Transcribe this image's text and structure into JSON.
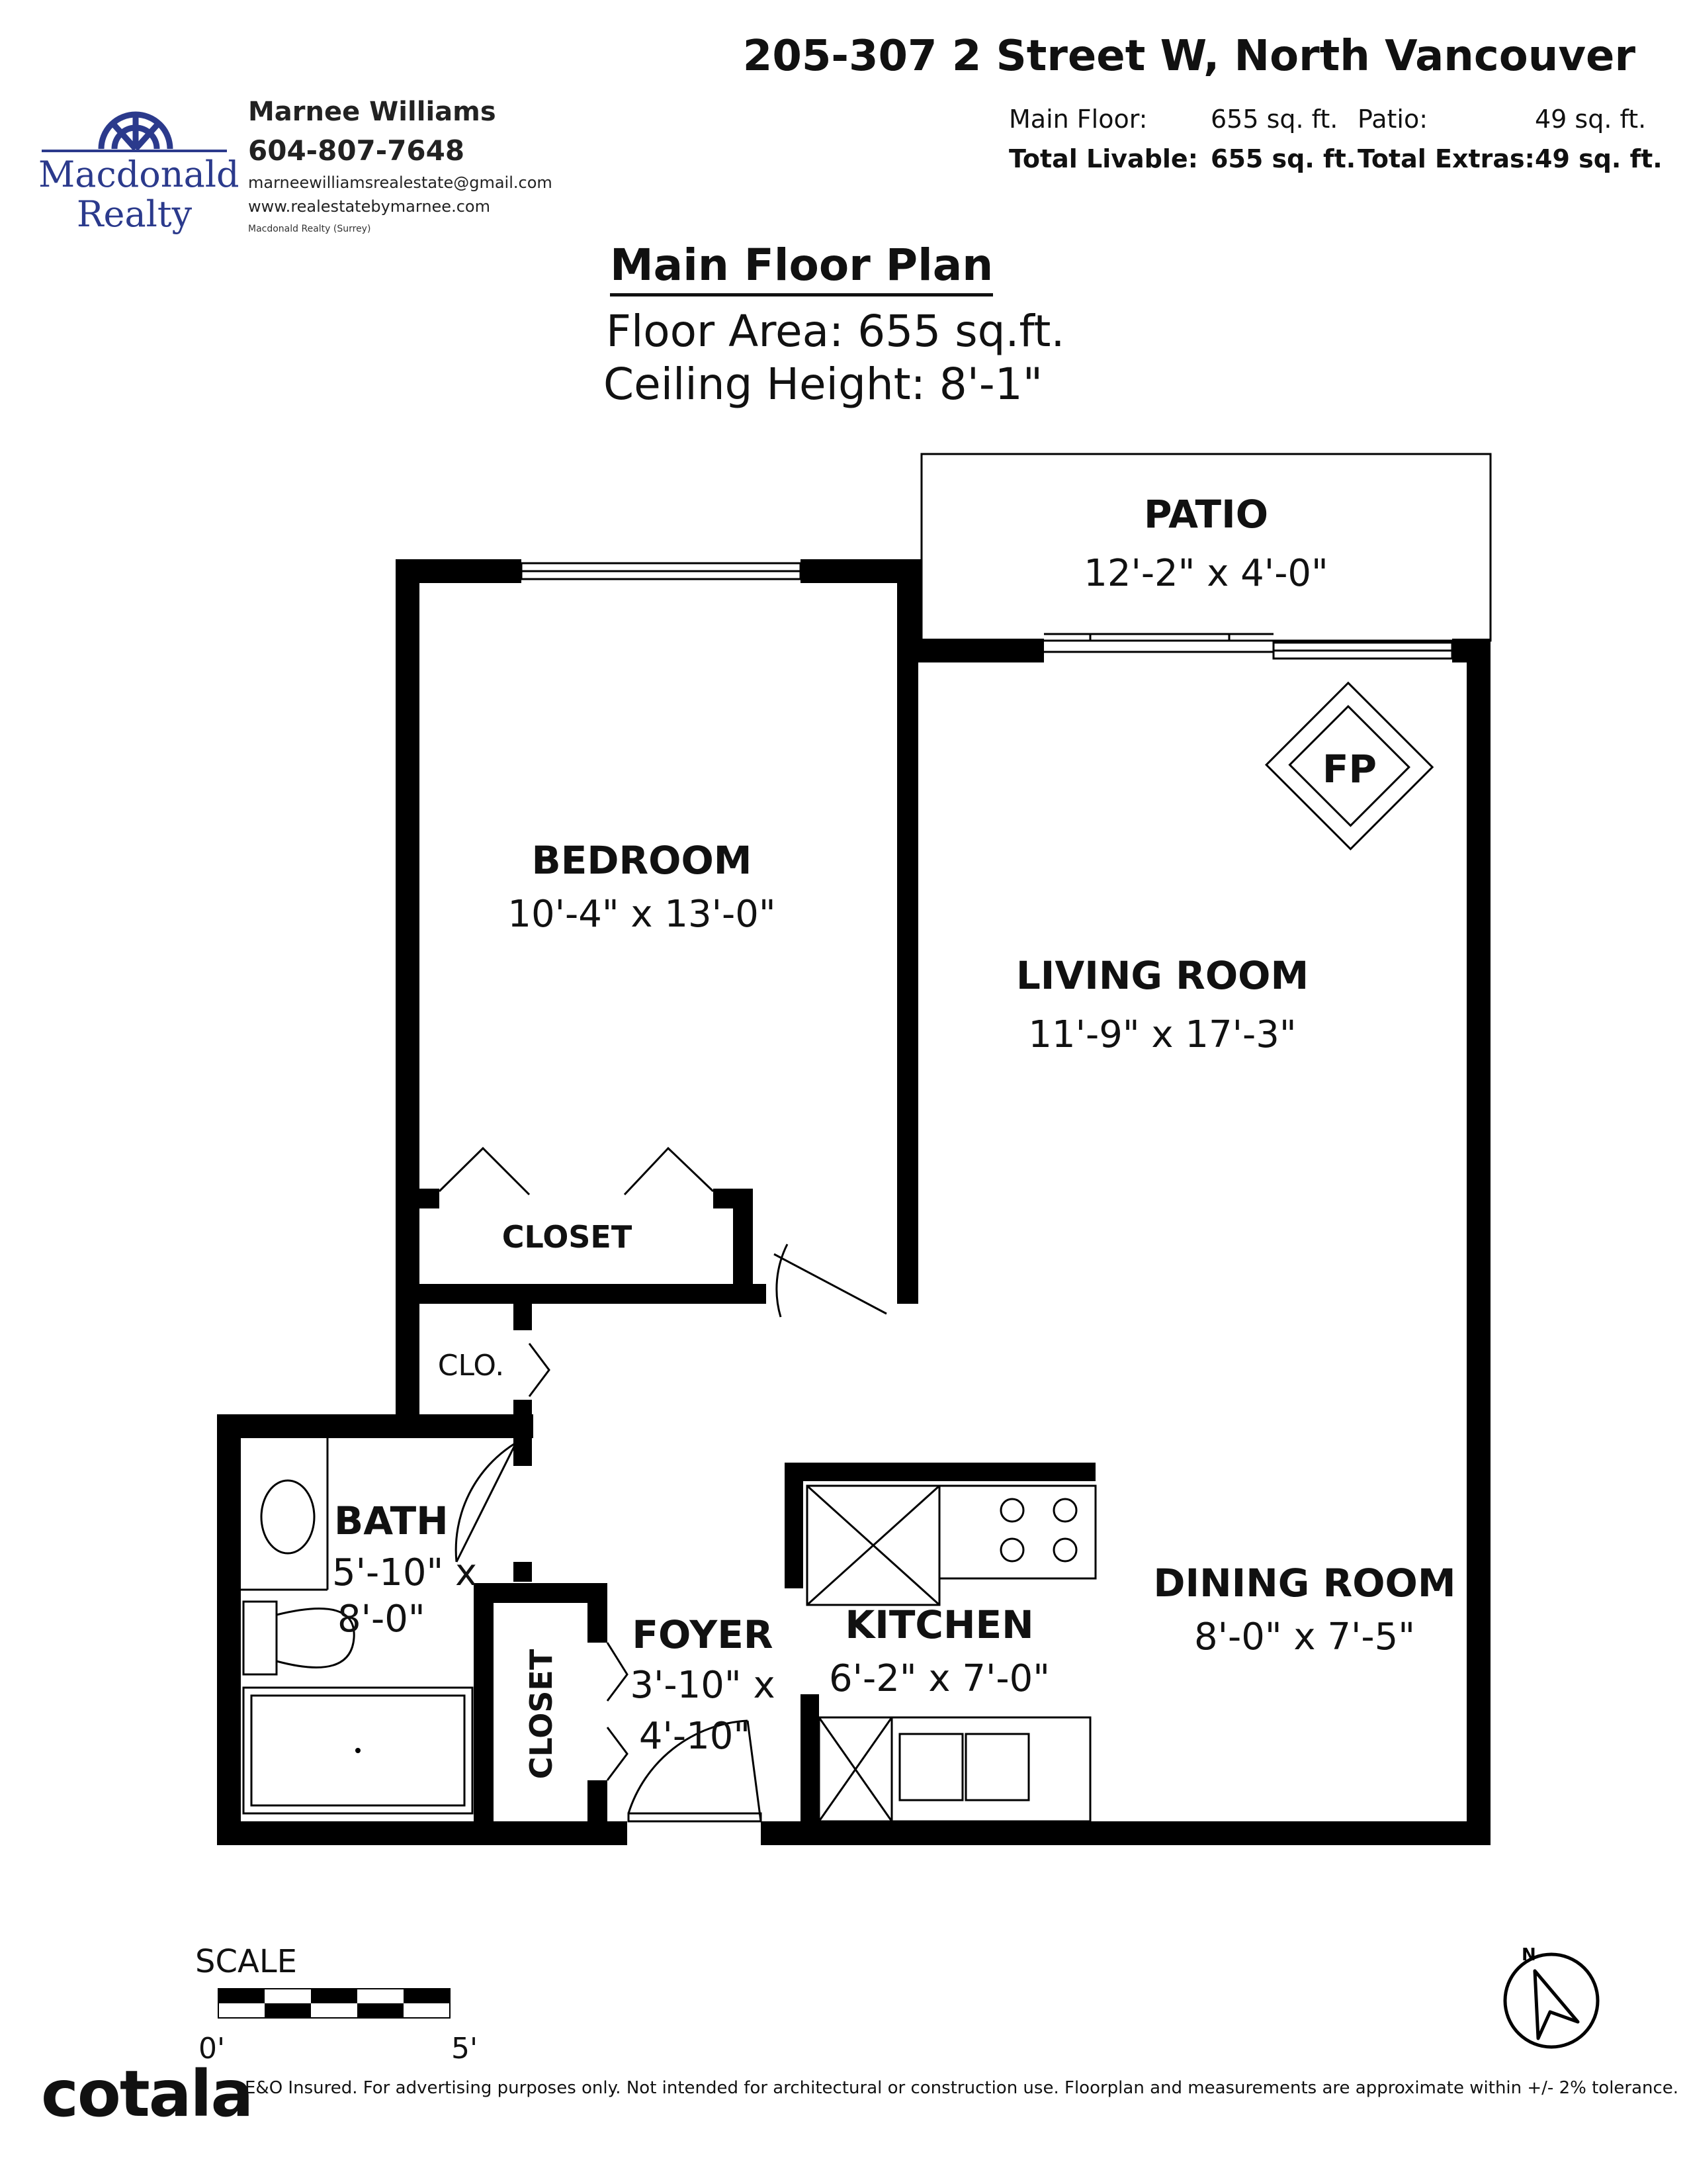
{
  "agent": {
    "name": "Marnee Williams",
    "phone": "604-807-7648",
    "email": "marneewilliamsrealestate@gmail.com",
    "website": "www.realestatebymarnee.com",
    "brokerage": "Macdonald Realty (Surrey)"
  },
  "logo": {
    "line1": "Macdonald",
    "line2": "Realty",
    "color": "#2b3a8c"
  },
  "address": "205-307 2 Street W, North Vancouver",
  "summary": {
    "main_floor_label": "Main Floor:",
    "main_floor_value": "655 sq. ft.",
    "patio_label": "Patio:",
    "patio_value": "49 sq. ft.",
    "total_livable_label": "Total Livable:",
    "total_livable_value": "655 sq. ft.",
    "total_extras_label": "Total Extras:",
    "total_extras_value": "49 sq. ft."
  },
  "plan": {
    "title": "Main Floor Plan",
    "floor_area": "Floor Area: 655 sq.ft.",
    "ceiling_height": "Ceiling Height: 8'-1\""
  },
  "rooms": {
    "patio": {
      "name": "PATIO",
      "dims": "12'-2\" x 4'-0\""
    },
    "fp": {
      "name": "FP"
    },
    "bedroom": {
      "name": "BEDROOM",
      "dims": "10'-4\" x 13'-0\""
    },
    "living": {
      "name": "LIVING ROOM",
      "dims": "11'-9\" x 17'-3\""
    },
    "closet_bed": {
      "name": "CLOSET"
    },
    "clo": {
      "name": "CLO."
    },
    "bath": {
      "name": "BATH",
      "dims1": "5'-10\" x",
      "dims2": "8'-0\""
    },
    "closet_foyer": {
      "name": "CLOSET"
    },
    "foyer": {
      "name": "FOYER",
      "dims1": "3'-10\" x",
      "dims2": "4'-10\""
    },
    "kitchen": {
      "name": "KITCHEN",
      "dims": "6'-2\" x 7'-0\""
    },
    "dining": {
      "name": "DINING ROOM",
      "dims": "8'-0\" x 7'-5\""
    }
  },
  "scale": {
    "label": "SCALE",
    "start": "0'",
    "end": "5'"
  },
  "compass": {
    "label": "N"
  },
  "footer": {
    "brand": "cotala",
    "note": "E&O Insured. For advertising purposes only. Not intended for architectural or construction use. Floorplan and measurements are approximate within +/- 2% tolerance."
  }
}
